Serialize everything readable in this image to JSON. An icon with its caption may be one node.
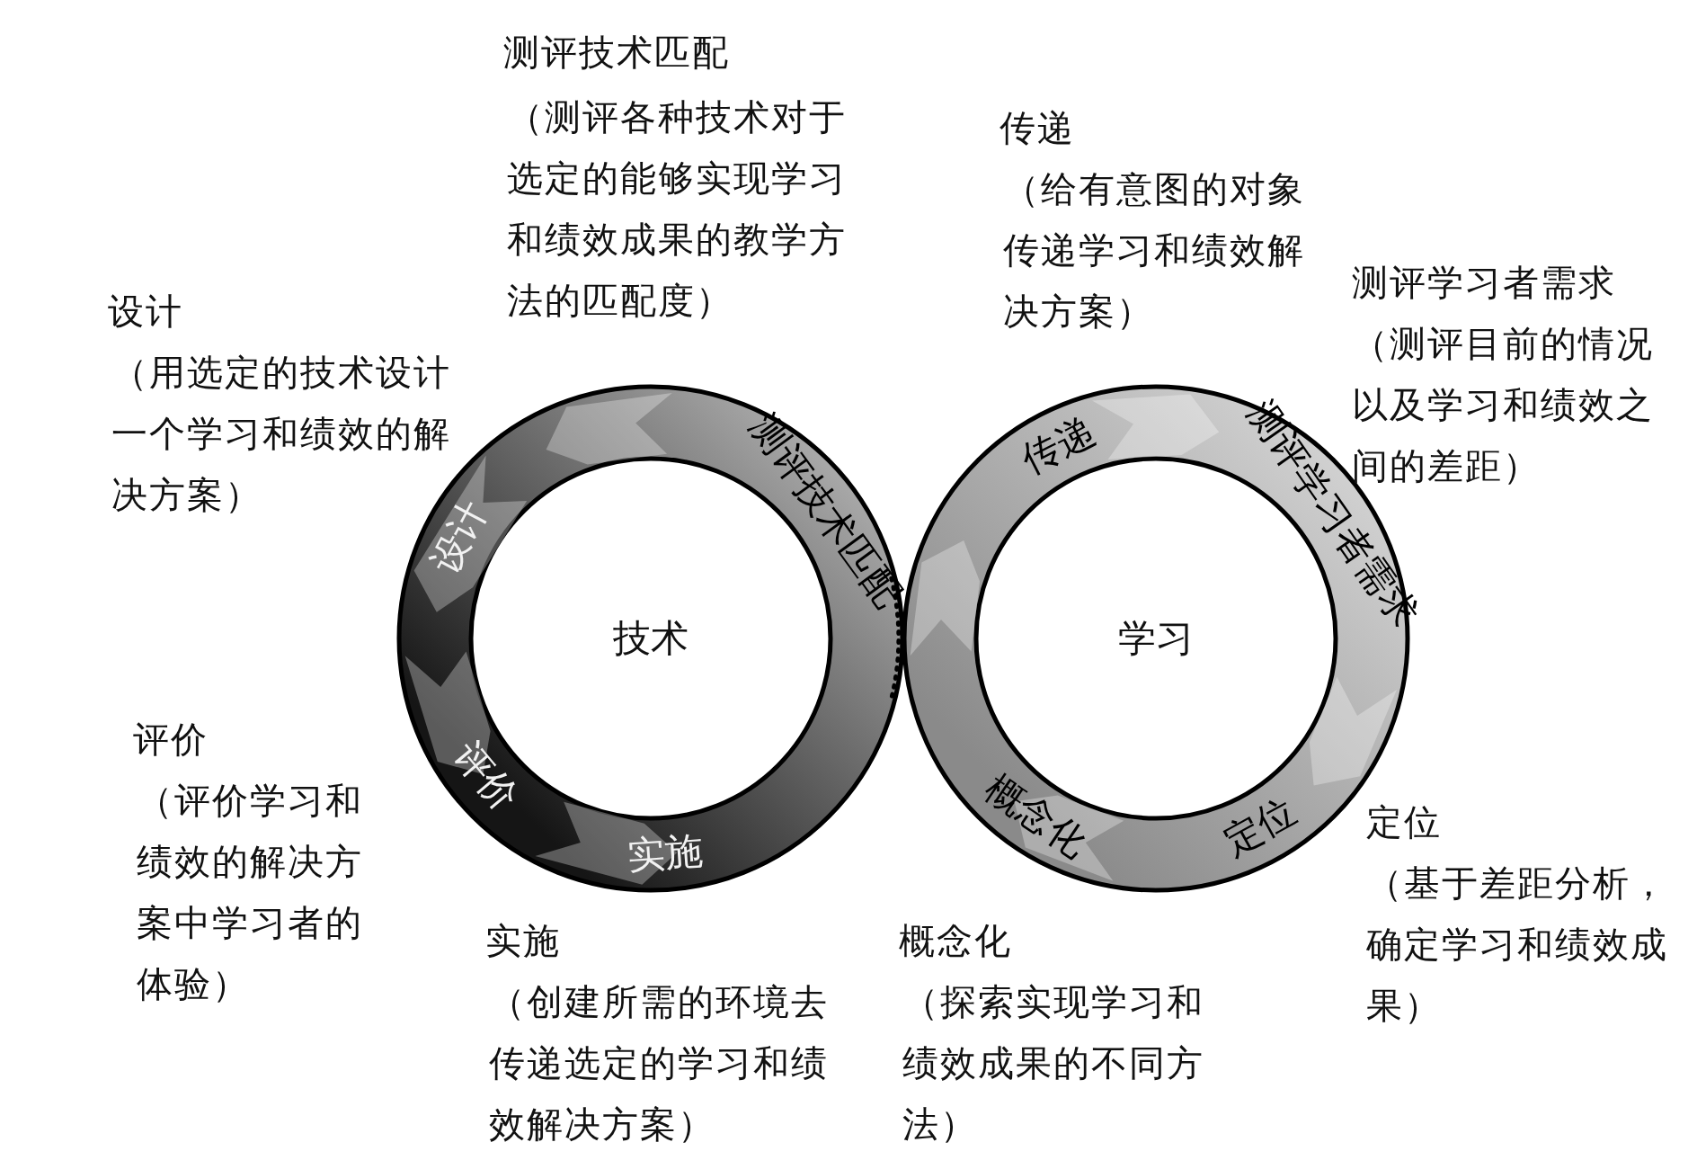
{
  "diagram": {
    "nodes": [
      {
        "text": [
          "技术",
          "设计",
          "测评技术匹配",
          "评价",
          "实施"
        ]
      },
      {
        "text": [
          "学习",
          "传递",
          "测评学习者需求",
          "定位",
          "概念化"
        ]
      }
    ],
    "labels": [
      "测评技术匹配",
      "（测评各种技术对于选定的能够实现学习和绩效成果的教学方法的匹配度）",
      "传递",
      "（给有意图的对象传递学习和绩效解决方案）",
      "测评学习者需求",
      "（测评目前的情况以及学习和绩效之间的差距）",
      "设计",
      "（用选定的技术设计一个学习和绩效的解决方案）",
      "评价",
      "（评价学习和绩效的解决方案中学习者的体验）",
      "定位",
      "（基于差距分析，确定学习和绩效成果）",
      "实施",
      "（创建所需的环境去传递选定的学习和绩效解决方案）",
      "概念化",
      "（探索实现学习和绩效成果的不同方法）"
    ]
  }
}
